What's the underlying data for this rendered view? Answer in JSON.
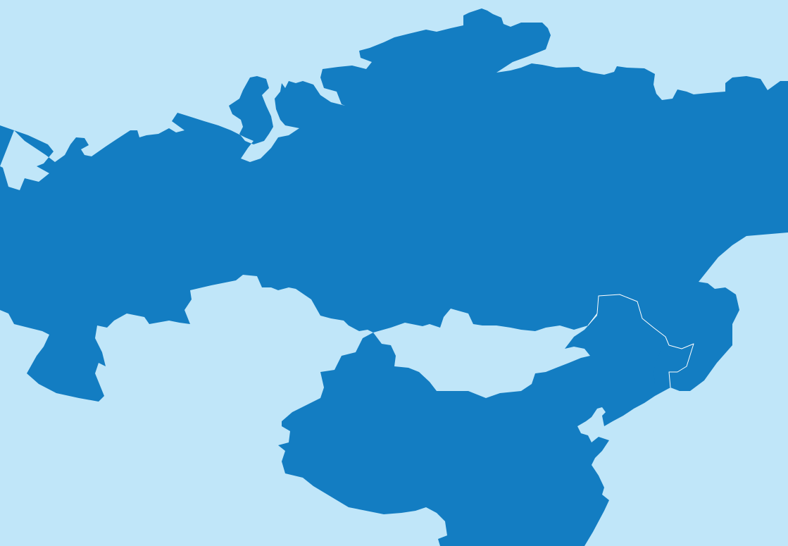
{
  "map": {
    "colors": {
      "water": "#c0e6f9",
      "land": "#137dc2",
      "border": "#ffffff"
    },
    "regions": [
      {
        "name": "russia"
      },
      {
        "name": "china"
      },
      {
        "name": "north-korea"
      }
    ]
  }
}
